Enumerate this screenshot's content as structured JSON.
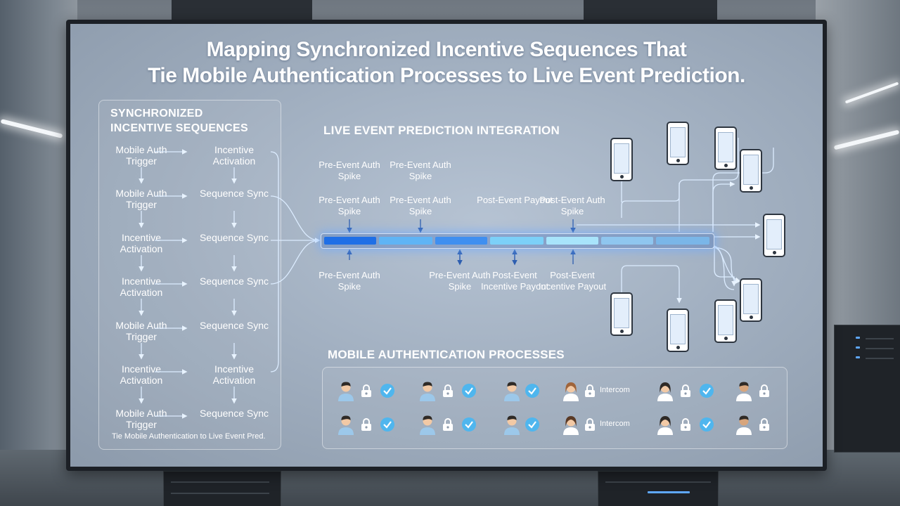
{
  "title": {
    "line1": "Mapping Synchronized Incentive Sequences That",
    "line2": "Tie Mobile Authentication Processes to Live Event Prediction."
  },
  "left_panel": {
    "heading_line1": "SYNCHRONIZED",
    "heading_line2": "INCENTIVE SEQUENCES",
    "rows": [
      {
        "left": "Mobile Auth Trigger",
        "right": "Incentive Activation"
      },
      {
        "left": "Mobile Auth Trigger",
        "right": "Sequence Sync"
      },
      {
        "left": "Incentive Activation",
        "right": "Sequence Sync"
      },
      {
        "left": "Incentive Activation",
        "right": "Sequence Sync"
      },
      {
        "left": "Mobile Auth Trigger",
        "right": "Sequence Sync"
      },
      {
        "left": "Incentive Activation",
        "right": "Incentive Activation"
      },
      {
        "left": "Mobile Auth Trigger",
        "right": "Sequence Sync"
      }
    ],
    "footer": "Tie Mobile Authentication to Live Event Pred."
  },
  "prediction": {
    "heading": "LIVE EVENT PREDICTION INTEGRATION",
    "labels_above_top": [
      "Pre-Event Auth Spike",
      "Pre-Event Auth Spike"
    ],
    "labels_above": [
      "Pre-Event Auth Spike",
      "Pre-Event Auth Spike",
      "Post-Event Payout",
      "Post-Event Auth Spike"
    ],
    "labels_below": [
      "Pre-Event Auth Spike",
      "Pre-Event Auth Spike",
      "Post-Event Incentive Payout",
      "Post-Event Incentive Payout"
    ],
    "segment_colors": [
      "#1f6fe6",
      "#5fb4f5",
      "#3f8ff0",
      "#7cd0f8",
      "#a8e4fb",
      "#8fc6ef",
      "#7ab6e8"
    ]
  },
  "auth": {
    "heading": "MOBILE AUTHENTICATION PROCESSES",
    "intercom_label": "Intercom",
    "colors": {
      "check": "#4fb6ee",
      "shirt": "#9cc8ea",
      "skin": "#f2c9a5",
      "hair": "#2f2a26"
    }
  }
}
